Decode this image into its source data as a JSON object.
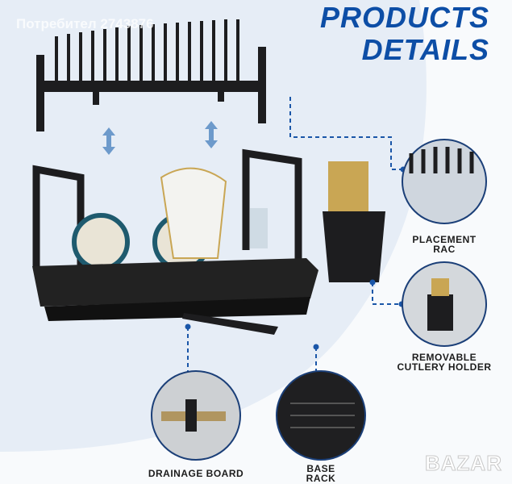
{
  "watermark": "Потребител 2743876",
  "title": {
    "line1": "PRODUCTS",
    "line2": "DETAILS"
  },
  "labels": {
    "placement": [
      "PLACEMENT",
      "RAC"
    ],
    "cutlery": [
      "REMOVABLE",
      "CUTLERY HOLDER"
    ],
    "drainage": "DRAINAGE BOARD",
    "base": [
      "BASE",
      "RACK"
    ]
  },
  "logo": "BAZAR",
  "colors": {
    "accent": "#0d4ea6",
    "background": "#e4ebf4"
  }
}
